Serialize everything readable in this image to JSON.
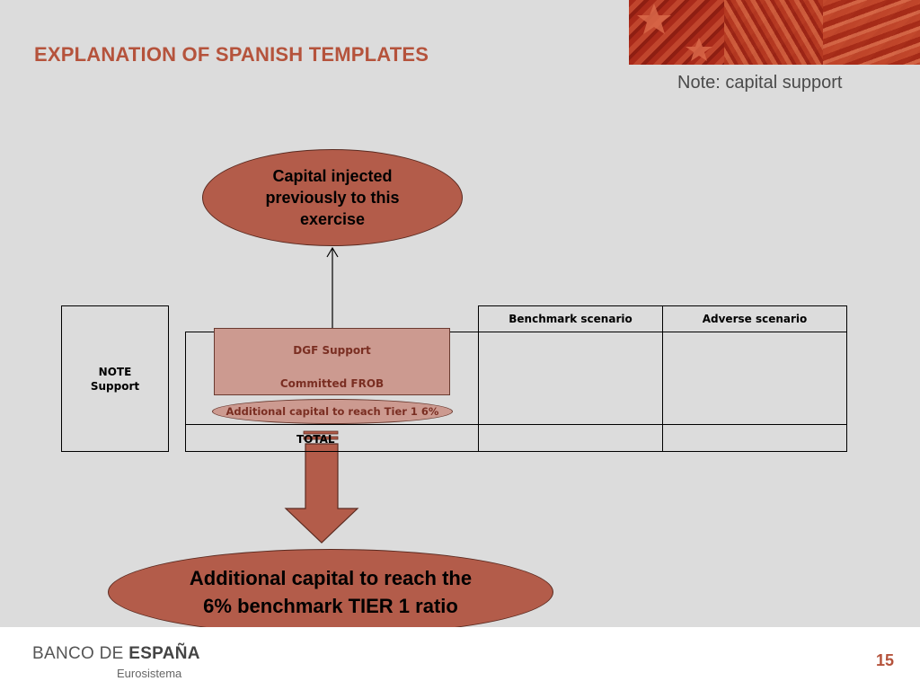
{
  "header": {
    "title": "EXPLANATION OF SPANISH TEMPLATES",
    "note": "Note: capital support"
  },
  "diagram": {
    "top_ellipse": "Capital injected previously to this exercise",
    "note_box": {
      "line1": "NOTE",
      "line2": "Support"
    },
    "columns": [
      "Benchmark scenario",
      "Adverse scenario"
    ],
    "dgf_box": {
      "line1": "DGF Support",
      "line2": "Committed FROB"
    },
    "additional_capital_label": "Additional capital to reach Tier 1 6%",
    "total_label": "TOTAL",
    "bottom_ellipse": "Additional capital to reach the 6% benchmark TIER 1 ratio"
  },
  "footer": {
    "logo_part1": "BANCO DE ",
    "logo_part2": "ESPAÑA",
    "logo_sub": "Eurosistema",
    "page_number": "15"
  },
  "colors": {
    "title": "#b5533c",
    "ellipse_fill": "#b35c4a",
    "box_fill": "#cc9a90",
    "background": "#dcdcdc"
  }
}
